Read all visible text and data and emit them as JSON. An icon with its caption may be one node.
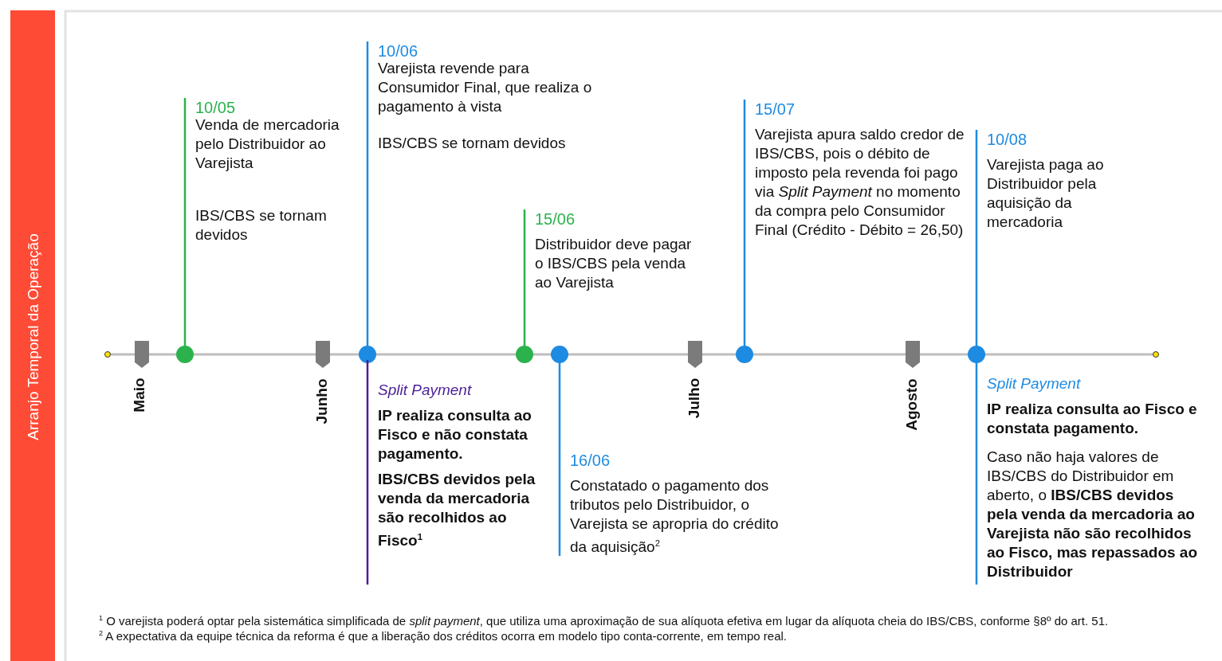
{
  "diagram": {
    "nodes": [
      {
        "text": [
          "10/05",
          "Venda de mercadoria pelo Distribuidor ao Varejista",
          "IBS/CBS se tornam devidos"
        ]
      },
      {
        "text": [],
        "shape": "circle"
      },
      {
        "text": [
          "10/06",
          "Varejista revende para Consumidor Final, que realiza o pagamento à vista",
          "IBS/CBS se tornam devidos"
        ]
      },
      {
        "text": [],
        "shape": "circle"
      },
      {
        "text": [
          "Split Payment",
          "IP realiza consulta ao Fisco e não constata pagamento.",
          "IBS/CBS devidos pela venda da mercadoria são recolhidos ao Fisco$^{1}$"
        ]
      },
      {
        "text": [
          "15/06",
          "Distribuidor deve pagar o IBS/CBS pela venda ao Varejista"
        ]
      },
      {
        "text": [],
        "shape": "circle"
      },
      {
        "text": [],
        "shape": "circle"
      },
      {
        "text": [
          "16/06",
          "Constatado o pagamento dos tributos pelo Distribuidor, o Varejista se apropria do crédito da aquisição$^{2}$"
        ]
      },
      {
        "text": [
          "15/07",
          "Varejista apura saldo credor de IBS/CBS, pois o débito de imposto pela revenda foi pago via *Split Payment* no momento da compra pelo Consumidor Final (Crédito - Débito = 26,50)"
        ]
      },
      {
        "text": [],
        "shape": "circle"
      },
      {
        "text": [
          "10/08",
          "Varejista paga ao Distribuidor pela aquisição da mercadoria"
        ]
      },
      {
        "text": [],
        "shape": "circle"
      },
      {
        "text": [
          "Split Payment",
          "IP realiza consulta ao Fisco e constata pagamento.",
          "Caso não haja valores de IBS/CBS do Distribuidor em aberto, o **IBS/CBS devidos pela venda da mercadoria ao Varejista não são recolhidos ao Fisco, mas repassados ao Distribuidor**"
        ]
      }
    ],
    "edges": [
      {
        "from": 0,
        "to": 1,
        "arrow": "none",
        "color": "#2bb24c"
      },
      {
        "from": 2,
        "to": 3,
        "arrow": "none"
      },
      {
        "from": 3,
        "to": 4,
        "arrow": "none",
        "color": "#4a1f96"
      },
      {
        "from": 5,
        "to": 6,
        "arrow": "none",
        "color": "#2bb24c"
      },
      {
        "from": 8,
        "to": 7,
        "arrow": "none"
      },
      {
        "from": 9,
        "to": 10,
        "arrow": "none"
      },
      {
        "from": 11,
        "to": 12,
        "arrow": "none"
      },
      {
        "from": 13,
        "to": 12,
        "arrow": "none"
      }
    ],
    "labels": [
      "Arranjo Temporal da Operação",
      "Maio",
      "Junho",
      "Julho",
      "Agosto",
      "$^{1}$ O varejista poderá optar pela sistemática simplificada de *split payment*, que utiliza uma aproximação de sua alíquota efetiva em lugar da alíquota cheia do IBS/CBS, conforme §8º do art. 51.",
      "$^{2}$ A expectativa da equipe técnica da reforma é que a liberação dos créditos ocorra em modelo tipo conta-corrente, em tempo real."
    ]
  }
}
